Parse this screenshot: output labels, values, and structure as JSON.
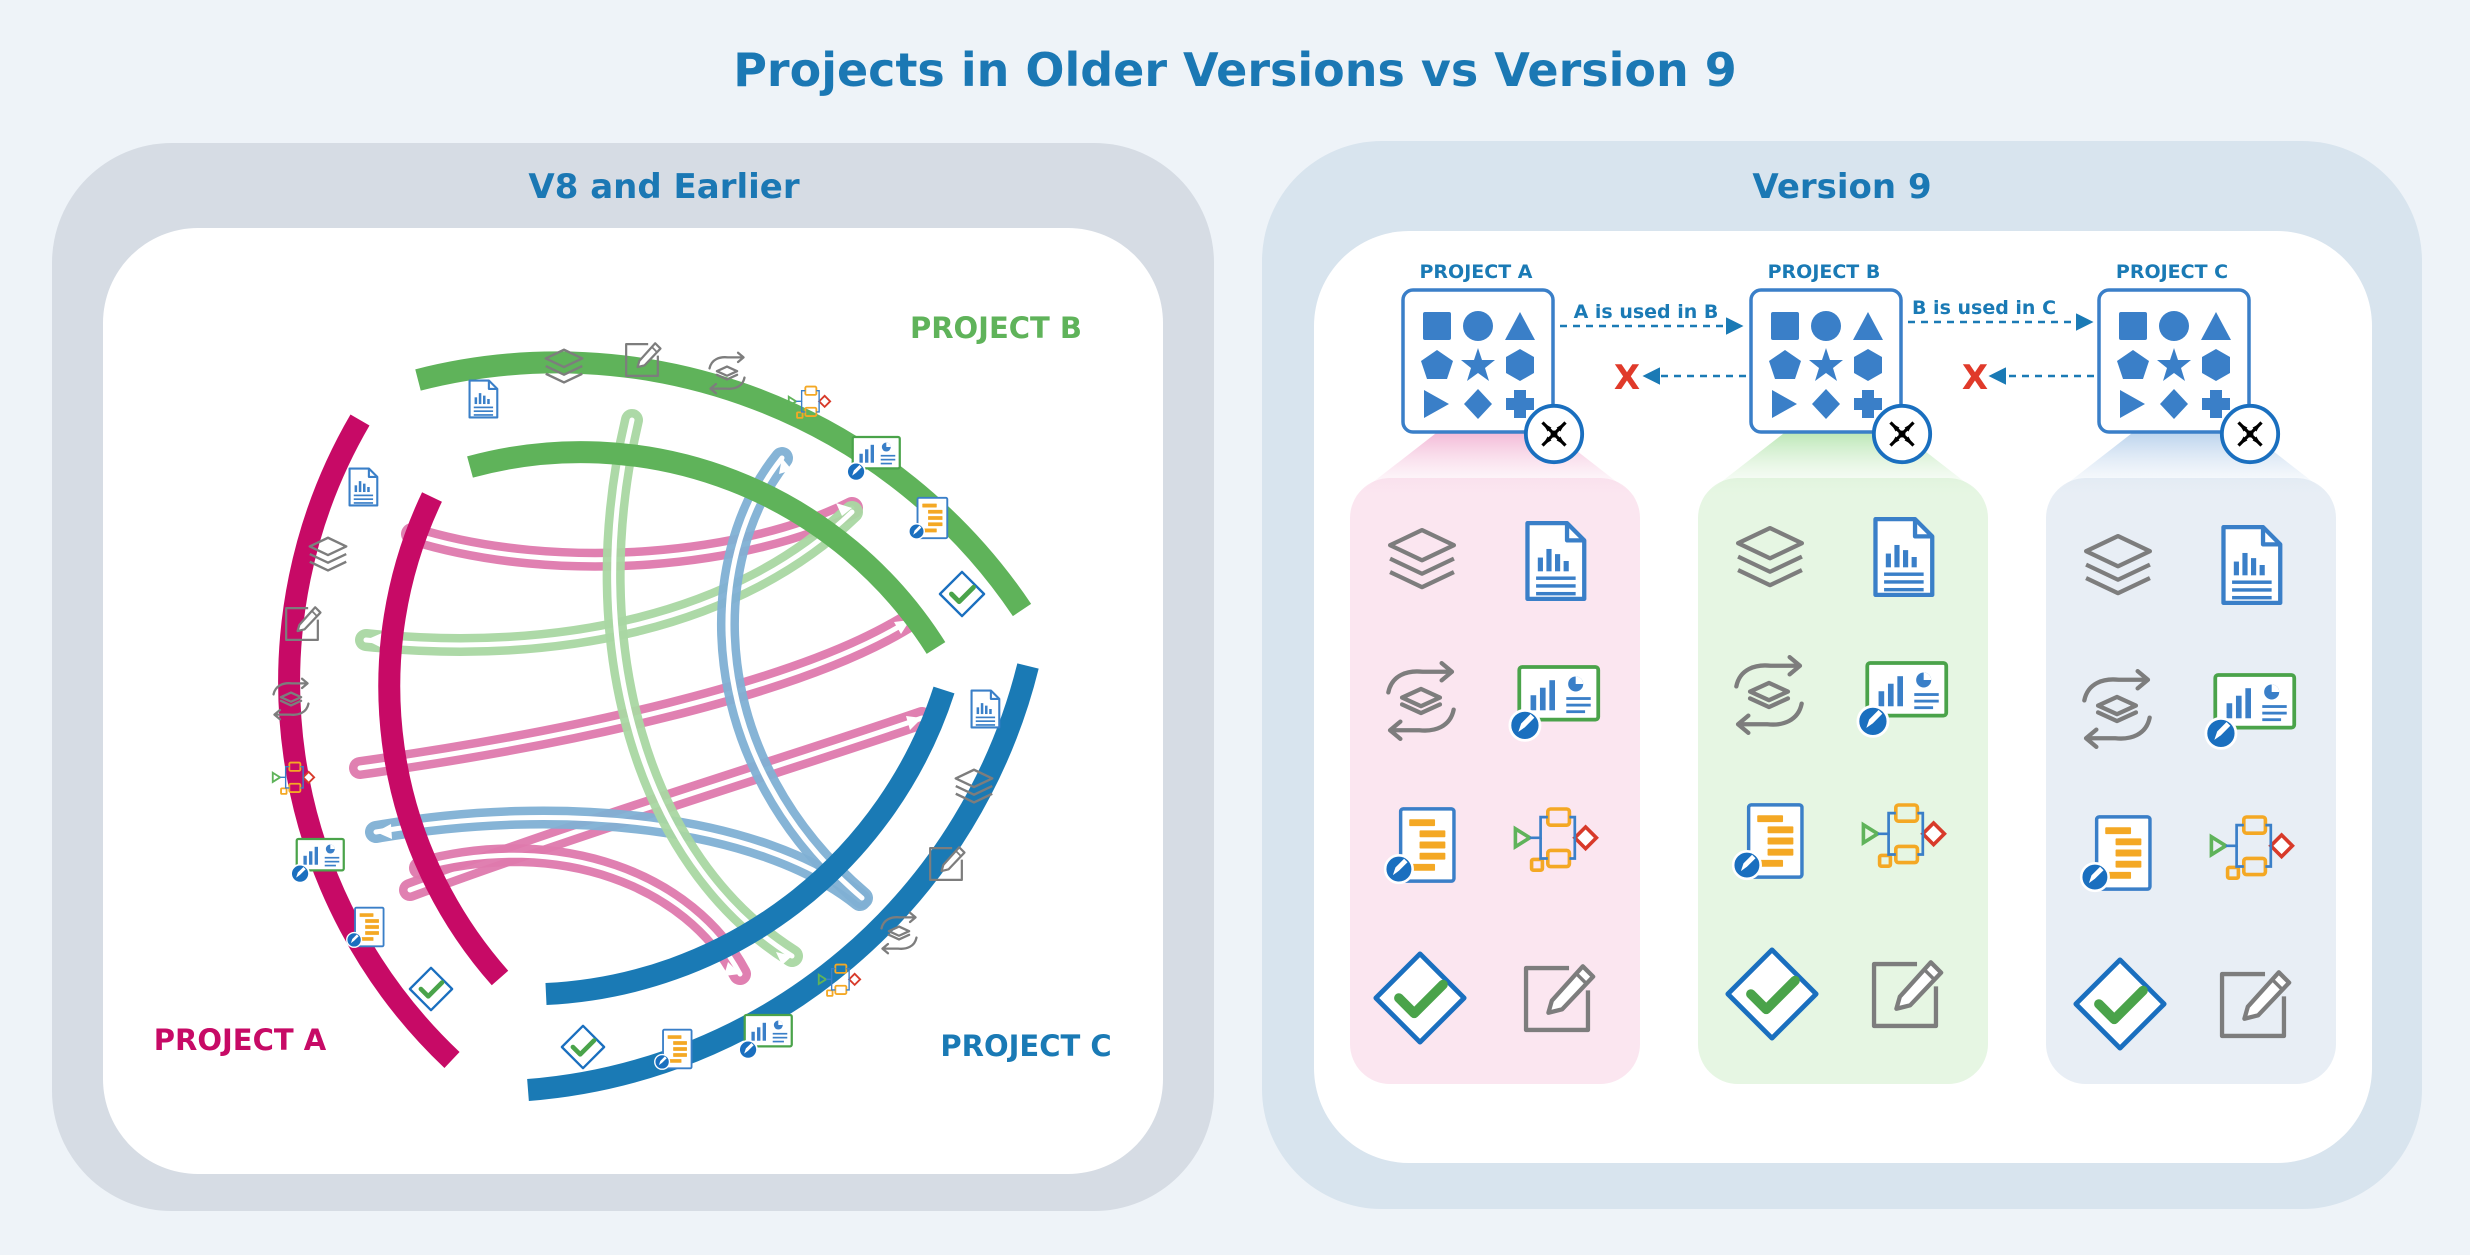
{
  "title": "Projects in Older Versions vs Version 9",
  "left_panel": {
    "title": "V8 and Earlier",
    "projects": [
      {
        "label": "PROJECT B",
        "color": "#5fb35a"
      },
      {
        "label": "PROJECT A",
        "color": "#c70a66"
      },
      {
        "label": "PROJECT C",
        "color": "#1a7ab5"
      }
    ]
  },
  "right_panel": {
    "title": "Version 9",
    "projects": [
      {
        "label": "PROJECT A",
        "column_tint": "#fbe6f0",
        "glow": "#ee9cc6"
      },
      {
        "label": "PROJECT B",
        "column_tint": "#e6f6e3",
        "glow": "#9fdd97"
      },
      {
        "label": "PROJECT C",
        "column_tint": "#e8eef5",
        "glow": "#9fc1e6"
      }
    ],
    "relations": [
      {
        "label": "A is used in B",
        "from": "PROJECT A",
        "to": "PROJECT B"
      },
      {
        "label": "B is used in C",
        "from": "PROJECT B",
        "to": "PROJECT C"
      }
    ],
    "blocked_symbol": "X",
    "item_icons": [
      "layers-icon",
      "report-icon",
      "sync-icon",
      "dashboard-icon",
      "form-icon",
      "workflow-icon",
      "check-icon",
      "edit-icon"
    ]
  },
  "colors": {
    "title": "#1b78b4",
    "accent_blue": "#1a7ab5",
    "icon_blue": "#3a7fc8",
    "icon_gray": "#7d7d7d",
    "blocked_red": "#e03a2a"
  }
}
